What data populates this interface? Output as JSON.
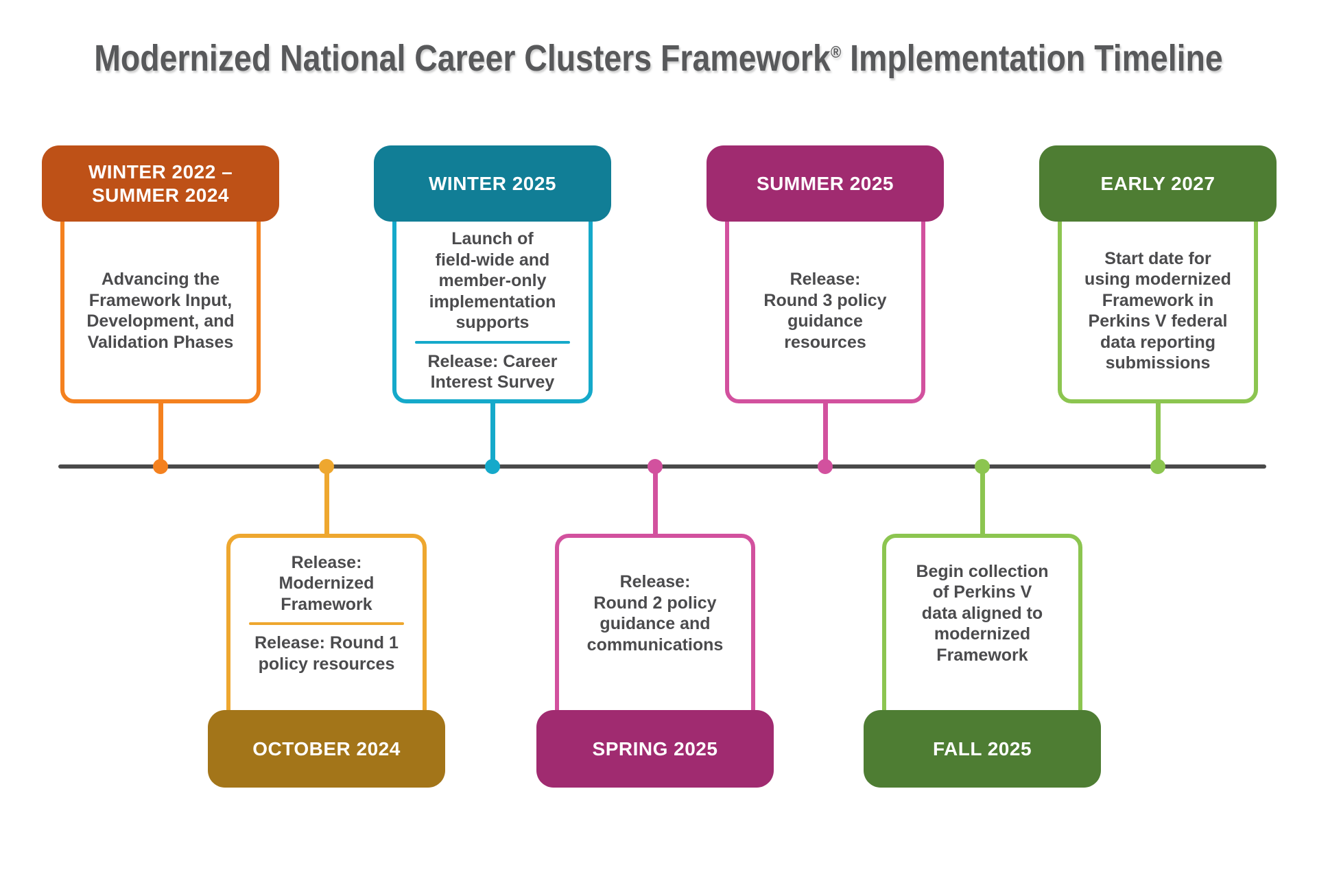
{
  "title": {
    "pre": "Modernized National Career Clusters Framework",
    "mark": "®",
    "post": " Implementation Timeline"
  },
  "colors": {
    "background": "#FFFFFF",
    "title_text": "#58595B",
    "body_text": "#4B4B4D",
    "axis": "#4A4A4A"
  },
  "milestones": [
    {
      "id": "winter-2022-summer-2024",
      "position": "top",
      "period": "WINTER 2022 –\nSUMMER 2024",
      "header_color": "#BE5117",
      "accent_color": "#F4811F",
      "sections": [
        "Advancing the\nFramework Input,\nDevelopment, and\nValidation Phases"
      ]
    },
    {
      "id": "october-2024",
      "position": "bottom",
      "period": "OCTOBER 2024",
      "header_color": "#A37519",
      "accent_color": "#EEA72F",
      "sections": [
        "Release:\nModernized\nFramework",
        "Release: Round 1\npolicy resources"
      ]
    },
    {
      "id": "winter-2025",
      "position": "top",
      "period": "WINTER 2025",
      "header_color": "#117E96",
      "accent_color": "#15A9CA",
      "sections": [
        "Launch of\nfield-wide and\nmember-only\nimplementation\nsupports",
        "Release: Career\nInterest Survey"
      ]
    },
    {
      "id": "spring-2025",
      "position": "bottom",
      "period": "SPRING 2025",
      "header_color": "#A02B70",
      "accent_color": "#D2519E",
      "sections": [
        "Release:\nRound 2 policy\nguidance and\ncommunications"
      ]
    },
    {
      "id": "summer-2025",
      "position": "top",
      "period": "SUMMER 2025",
      "header_color": "#A02B70",
      "accent_color": "#D2519E",
      "sections": [
        "Release:\nRound 3 policy\nguidance\nresources"
      ]
    },
    {
      "id": "fall-2025",
      "position": "bottom",
      "period": "FALL 2025",
      "header_color": "#4E7D33",
      "accent_color": "#8CC550",
      "sections": [
        "Begin collection\nof Perkins V\ndata aligned to\nmodernized\nFramework"
      ]
    },
    {
      "id": "early-2027",
      "position": "top",
      "period": "EARLY 2027",
      "header_color": "#4E7D33",
      "accent_color": "#8CC550",
      "sections": [
        "Start date for\nusing modernized\nFramework in\nPerkins V federal\ndata reporting\nsubmissions"
      ]
    }
  ]
}
